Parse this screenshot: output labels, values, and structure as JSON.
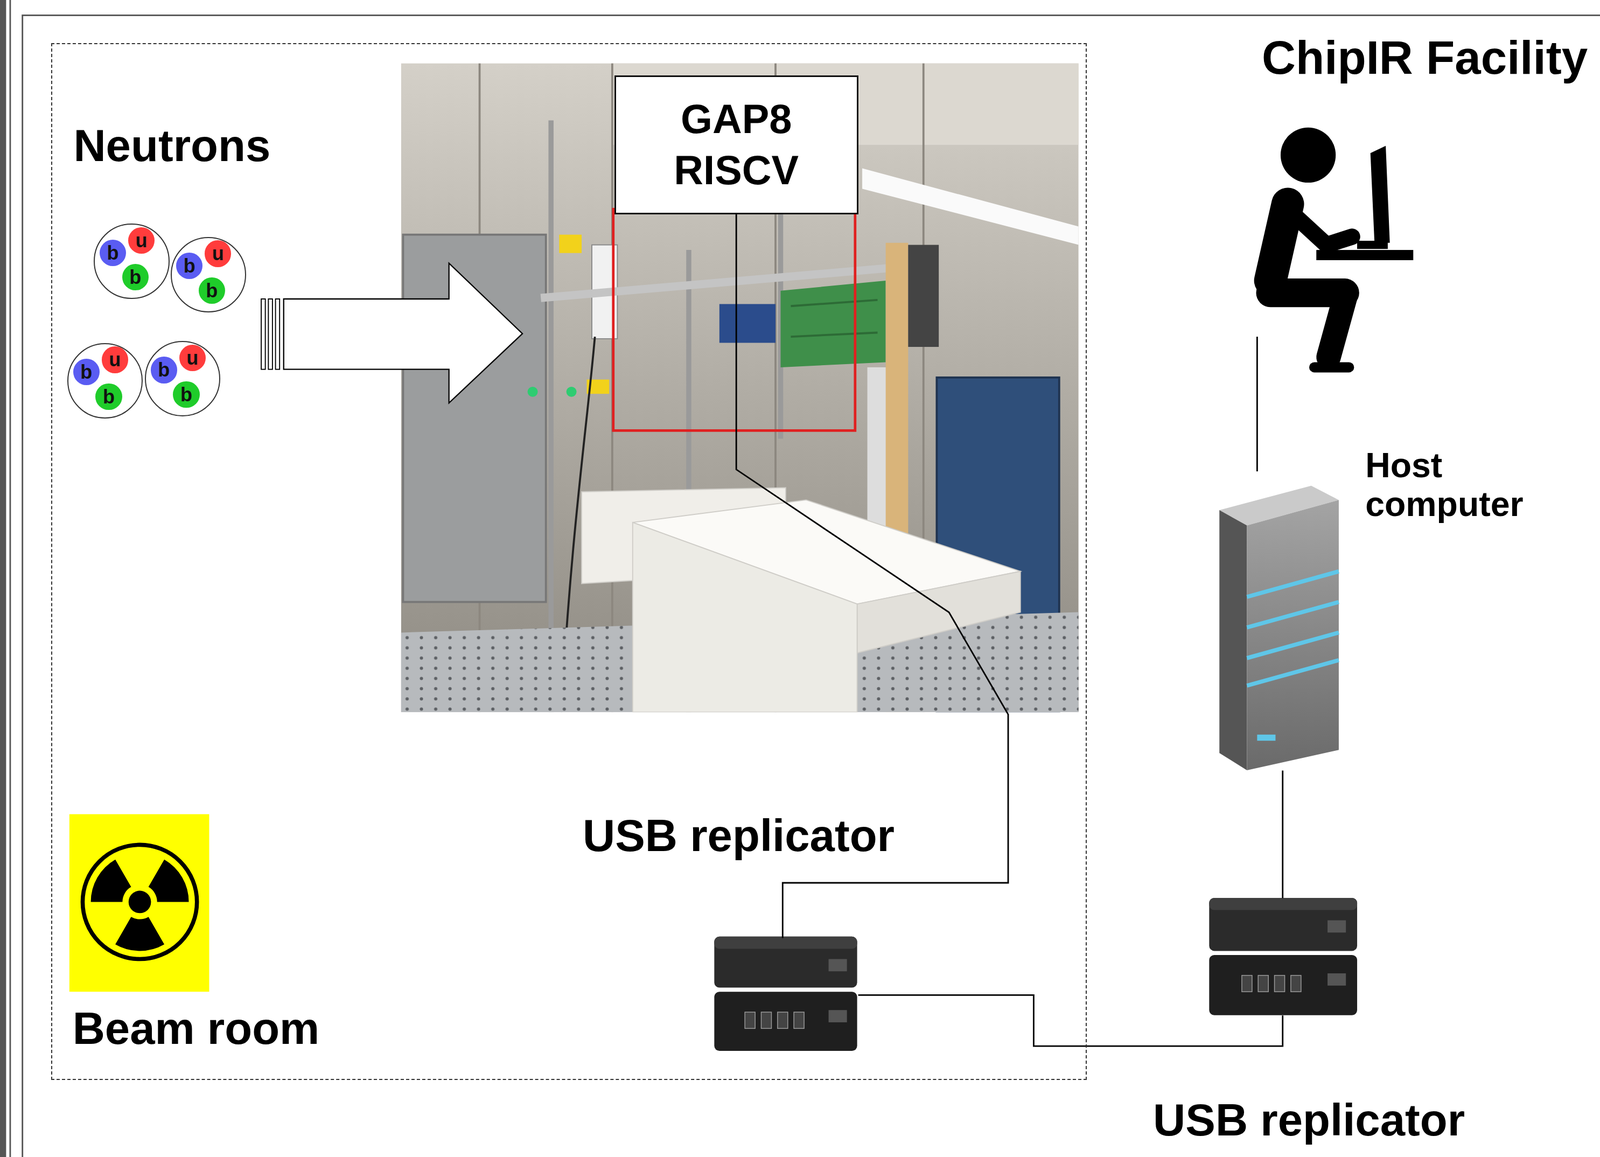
{
  "diagram": {
    "title": "ChipIR Facility",
    "nodes": [
      {
        "text": [
          "Beam room"
        ]
      },
      {
        "text": [
          "b",
          "u",
          "b"
        ],
        "in": 0
      },
      {
        "text": [
          "b",
          "u",
          "b"
        ],
        "in": 0
      },
      {
        "text": [
          "b",
          "u",
          "b"
        ],
        "in": 0
      },
      {
        "text": [
          "b",
          "u",
          "b"
        ],
        "in": 0
      },
      {
        "text": [
          "GAP8 RISCV"
        ],
        "in": 0
      },
      {
        "text": [
          "USB replicator"
        ],
        "in": 0
      },
      {
        "text": [
          "Host computer"
        ]
      },
      {
        "text": [
          "USB replicator"
        ]
      }
    ],
    "edges": [
      {
        "from": 5,
        "to": 6,
        "arrow": "none"
      },
      {
        "from": 6,
        "to": 8,
        "arrow": "none"
      },
      {
        "from": 8,
        "to": 7,
        "arrow": "none"
      }
    ],
    "labels": [
      "Neutrons"
    ]
  }
}
